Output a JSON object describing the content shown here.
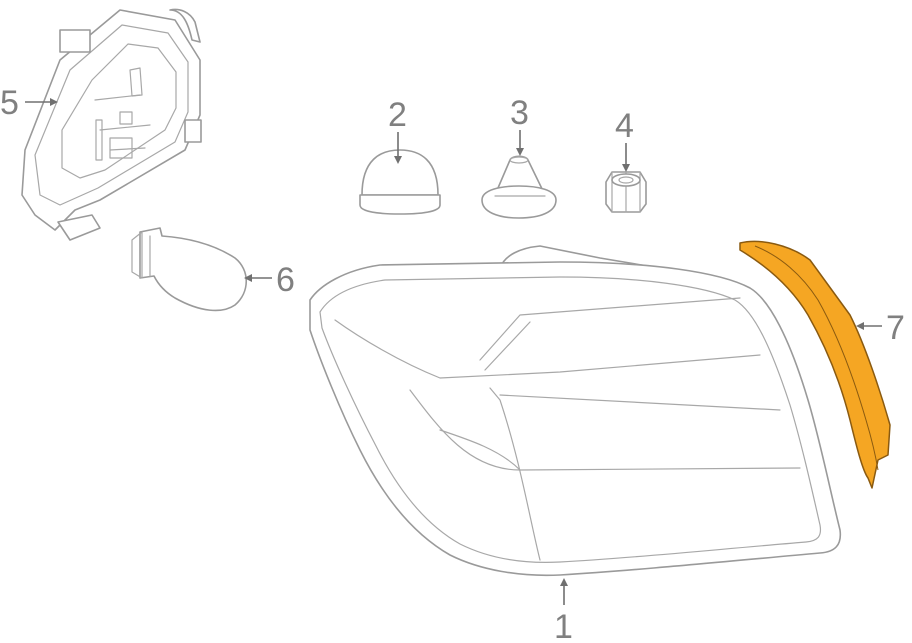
{
  "diagram": {
    "colors": {
      "line": "#9a9a9a",
      "label": "#808080",
      "highlight_fill": "#f5a623",
      "highlight_stroke": "#8a5a10"
    },
    "callouts": [
      {
        "id": "1",
        "label": "1"
      },
      {
        "id": "2",
        "label": "2"
      },
      {
        "id": "3",
        "label": "3"
      },
      {
        "id": "4",
        "label": "4"
      },
      {
        "id": "5",
        "label": "5"
      },
      {
        "id": "6",
        "label": "6"
      },
      {
        "id": "7",
        "label": "7"
      }
    ]
  }
}
